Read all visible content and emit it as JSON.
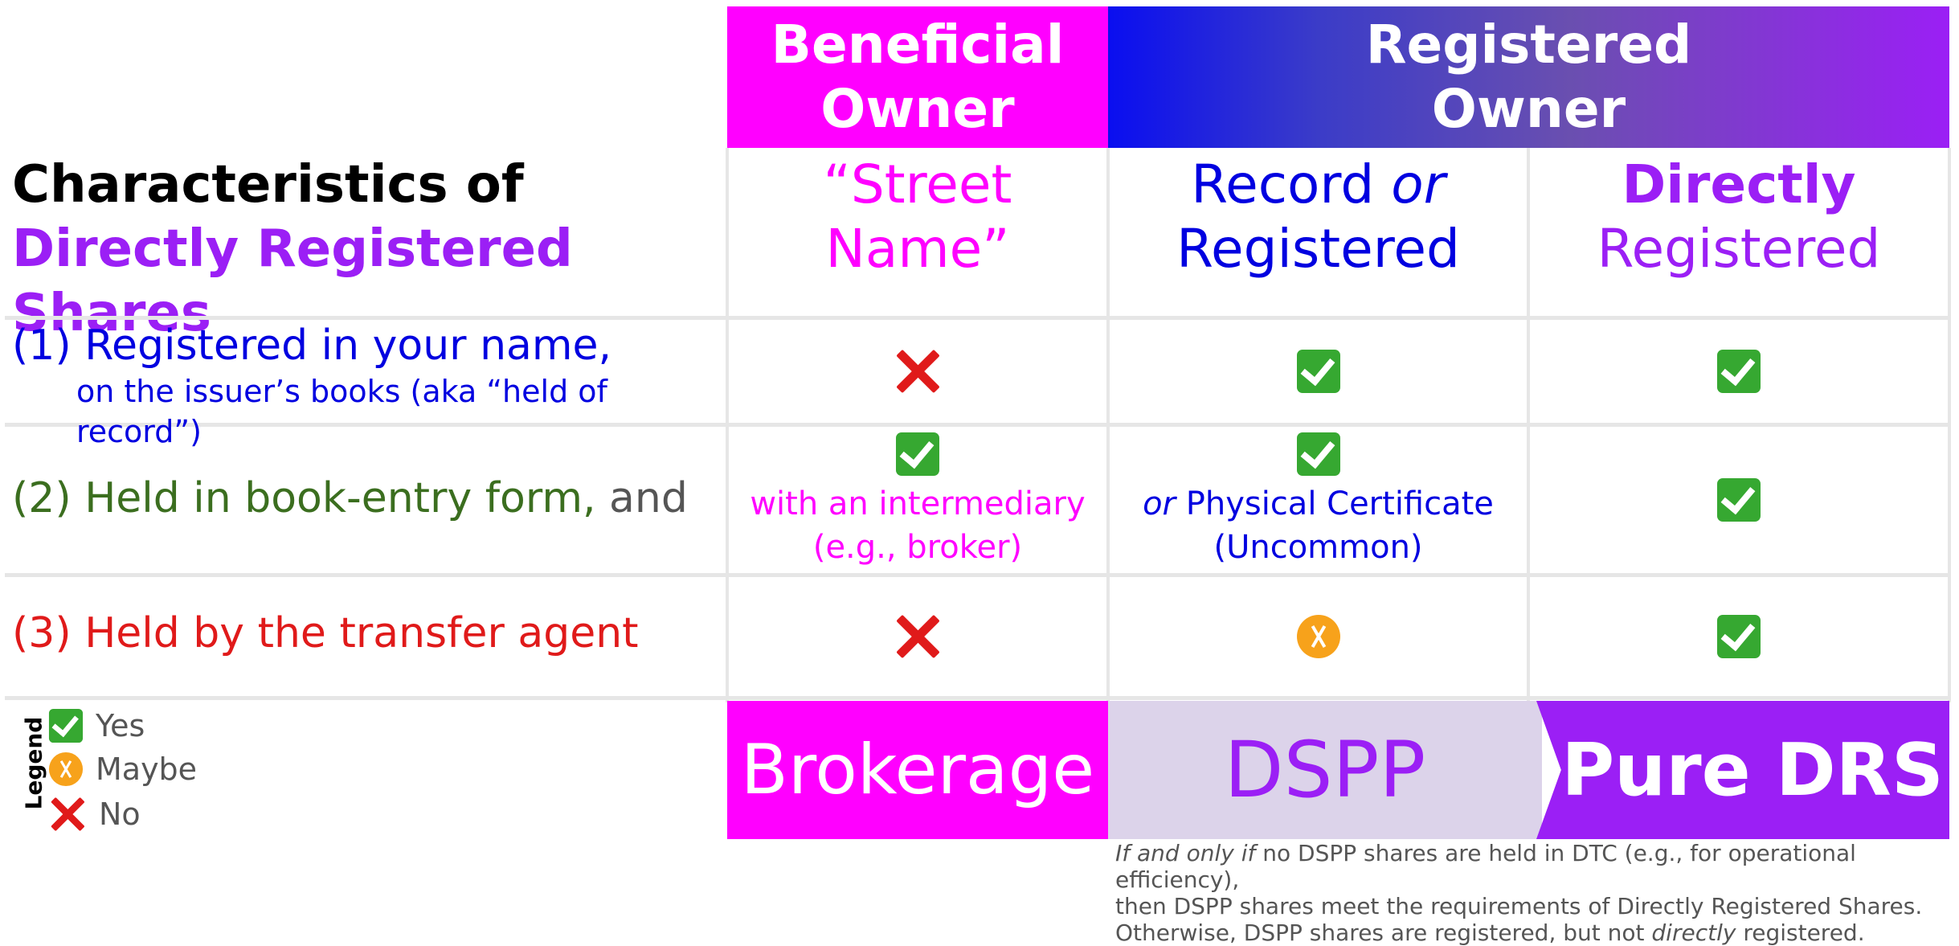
{
  "title": {
    "line1": "Characteristics of",
    "line2": "Directly Registered Shares"
  },
  "header": {
    "beneficial_line1": "Beneficial",
    "beneficial_line2": "Owner",
    "registered_line1": "Registered",
    "registered_line2": "Owner"
  },
  "subheaders": {
    "street": "“Street Name”",
    "record_a": "Record ",
    "record_or": "or",
    "record_b": "Registered",
    "direct_a": "Directly",
    "direct_b": "Registered"
  },
  "rows": {
    "r1": {
      "num": "(1)",
      "text": " Registered in your name,",
      "sub": "on the issuer’s books (aka “held of record”)"
    },
    "r2": {
      "num": "(2)",
      "text": " Held in book-entry form,",
      "tail": " and",
      "beneficial_note_1": "with an intermediary",
      "beneficial_note_2": "(e.g., broker)",
      "registered_note_or": "or",
      "registered_note_1": " Physical Certificate",
      "registered_note_2": "(Uncommon)"
    },
    "r3": {
      "num": "(3)",
      "text": " Held by the transfer agent"
    }
  },
  "legend": {
    "title": "Legend",
    "yes": "Yes",
    "maybe": "Maybe",
    "no": "No"
  },
  "bottom": {
    "brokerage": "Brokerage",
    "dspp": "DSPP",
    "drs": "Pure DRS"
  },
  "footnote": {
    "p1": "If and only if",
    "p2": " no DSPP shares are held in DTC (e.g., for operational efficiency),",
    "p3": "then DSPP shares meet the requirements of Directly Registered Shares.",
    "p4": "Otherwise, DSPP shares are registered, but not ",
    "p5": "directly",
    "p6": " registered."
  },
  "colors": {
    "magenta": "#ff00ff",
    "blue": "#0000e0",
    "purple": "#9b1ff5",
    "green": "#3b6e1f",
    "red": "#e01a1a",
    "dspp_bg": "#dcd3ea",
    "check": "#36a831",
    "maybe": "#f7a21b"
  },
  "icons": {
    "yes": "check-icon",
    "maybe": "maybe-icon",
    "no": "cross-icon"
  }
}
